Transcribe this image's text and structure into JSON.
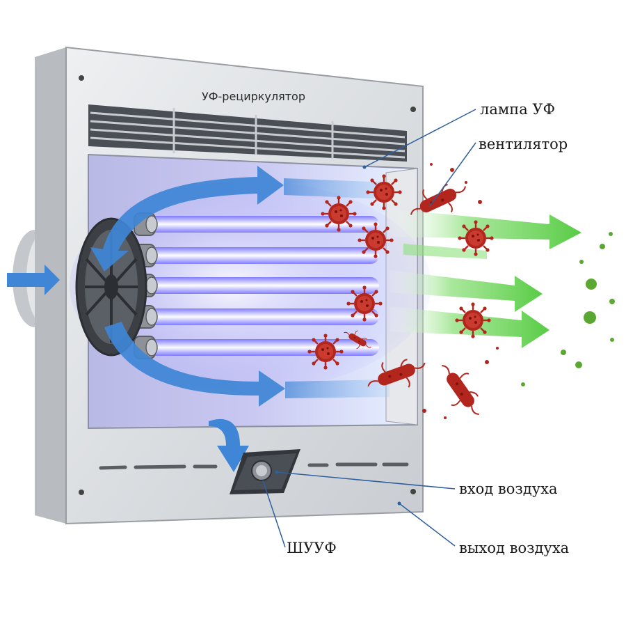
{
  "device": {
    "title": "УФ-рециркулятор"
  },
  "callouts": {
    "uv_lamp": "лампа УФ",
    "fan": "вентилятор",
    "air_inlet": "вход воздуха",
    "control": "ШУУФ",
    "air_outlet": "выход воздуха"
  },
  "colors": {
    "housing": "#d9dcdf",
    "uv_glow": "#8d8cff",
    "airflow_in": "#3f86d6",
    "airflow_clean": "#4fc93b",
    "germ": "#b3261e",
    "leader_line": "#2f5f9e"
  },
  "icons": {
    "fan": "fan-icon",
    "germ": "virus-icon",
    "button": "power-button-icon"
  }
}
